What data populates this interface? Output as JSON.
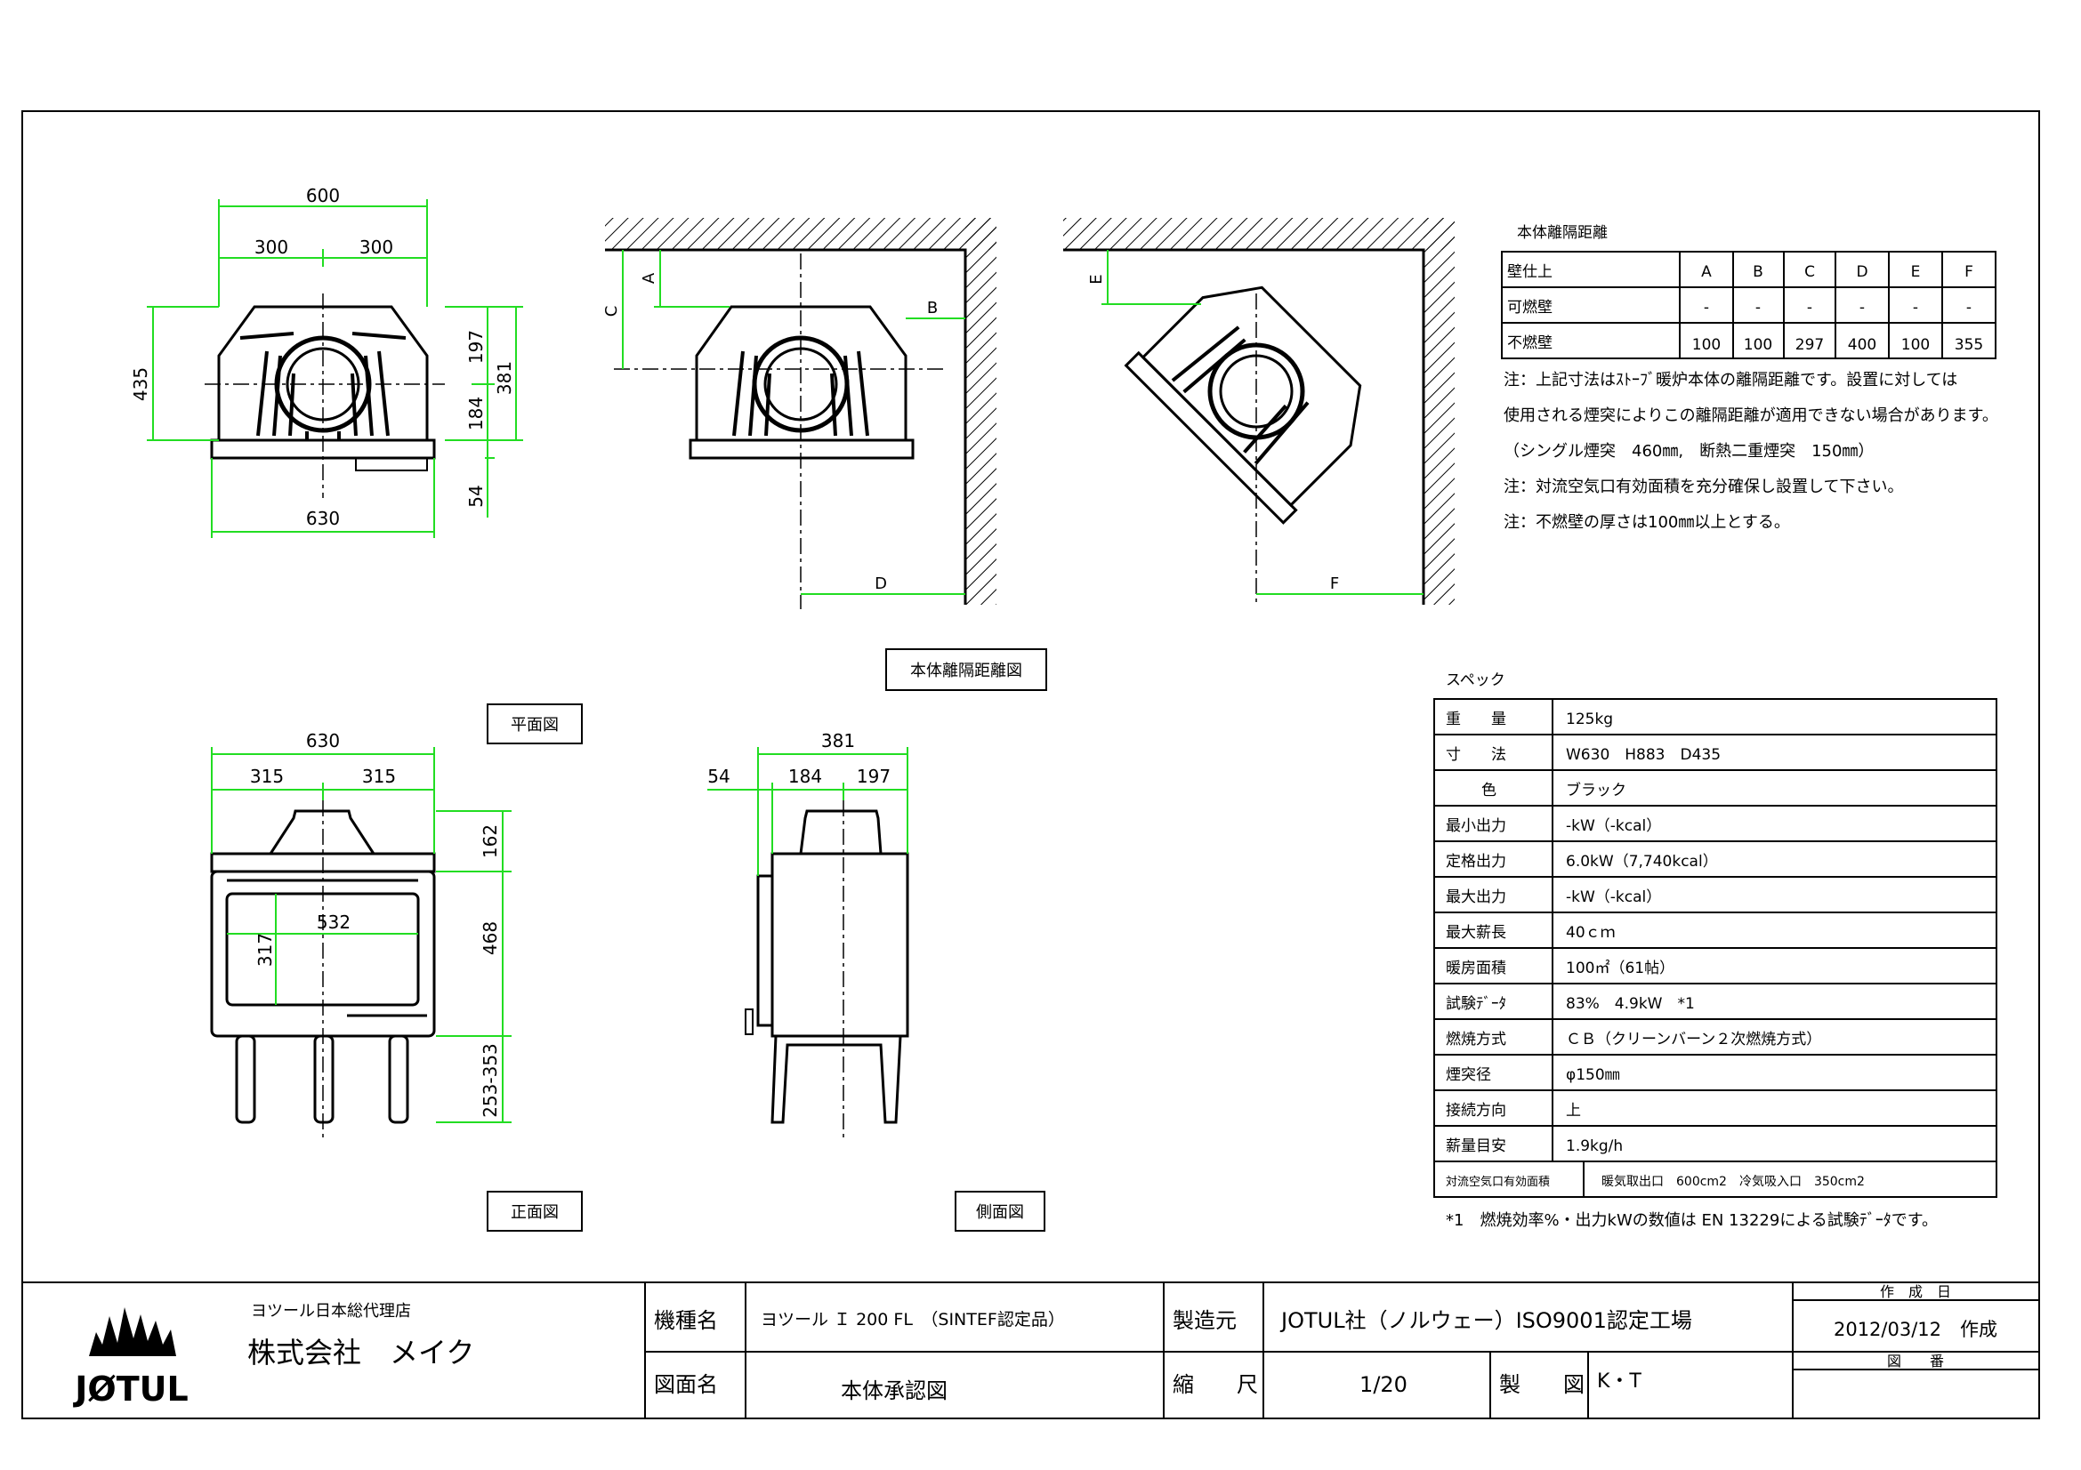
{
  "views": {
    "plan": {
      "title": "平面図",
      "dims": {
        "width_total": "600",
        "half_left": "300",
        "half_right": "300",
        "depth": "435",
        "front_depth": "197",
        "rear_depth": "184",
        "body_depth": "381",
        "foot_offset": "54",
        "base_width": "630"
      }
    },
    "front": {
      "title": "正面図",
      "dims": {
        "width": "630",
        "half_left": "315",
        "half_right": "315",
        "flue_h": "162",
        "body_h": "468",
        "leg_h": "253-353",
        "glass_w": "532",
        "glass_h": "317"
      }
    },
    "side": {
      "title": "側面図",
      "dims": {
        "depth": "381",
        "offset": "54",
        "front": "184",
        "rear": "197"
      }
    },
    "clearance": {
      "title": "本体離隔距離図",
      "labels": {
        "a": "A",
        "b": "B",
        "c": "C",
        "d": "D",
        "e": "E",
        "f": "F"
      }
    }
  },
  "clearance_table": {
    "title": "本体離隔距離",
    "header": [
      "壁仕上",
      "A",
      "B",
      "C",
      "D",
      "E",
      "F"
    ],
    "rows": [
      [
        "可燃壁",
        "-",
        "-",
        "-",
        "-",
        "-",
        "-"
      ],
      [
        "不燃壁",
        "100",
        "100",
        "297",
        "400",
        "100",
        "355"
      ]
    ],
    "notes": [
      "注：上記寸法はｽﾄｰﾌﾞ暖炉本体の離隔距離です。設置に対しては",
      "使用される煙突によりこの離隔距離が適用できない場合があります。",
      "（シングル煙突　460㎜,　断熱二重煙突　150㎜）",
      "注：対流空気口有効面積を充分確保し設置して下さい。",
      "注：不燃壁の厚さは100㎜以上とする。"
    ]
  },
  "spec": {
    "title": "スペック",
    "rows": [
      [
        "重　　量",
        "125kg"
      ],
      [
        "寸　　法",
        "W630　H883　D435"
      ],
      [
        "色",
        "ブラック"
      ],
      [
        "最小出力",
        "-kW（-kcal）"
      ],
      [
        "定格出力",
        "6.0kW（7,740kcal）"
      ],
      [
        "最大出力",
        "-kW（-kcal）"
      ],
      [
        "最大薪長",
        "40ｃｍ"
      ],
      [
        "暖房面積",
        "100㎡（61帖）"
      ],
      [
        "試験ﾃﾞｰﾀ",
        "83%　4.9kW　*1"
      ],
      [
        "燃焼方式",
        "ＣＢ（クリーンバーン２次燃焼方式）"
      ],
      [
        "煙突径",
        "φ150㎜"
      ],
      [
        "接続方向",
        "上"
      ],
      [
        "薪量目安",
        "1.9kg/h"
      ],
      [
        "対流空気口有効面積",
        "暖気取出口　600cm2　冷気吸入口　350cm2"
      ]
    ],
    "footnote": "*1　燃焼効率%・出力kWの数値は EN 13229による試験ﾃﾞｰﾀです。"
  },
  "title_block": {
    "logo_text": "JØTUL",
    "agent_caption": "ヨツール日本総代理店",
    "company": "株式会社　メイク",
    "model_label": "機種名",
    "model_value": "ヨツール Ｉ 200 FL　（SINTEF認定品）",
    "maker_label": "製造元",
    "maker_value": "JOTUL社（ノルウェー）ISO9001認定工場",
    "created_label": "作　成　日",
    "created_value": "2012/03/12　作成",
    "drawing_label": "図面名",
    "drawing_value": "本体承認図",
    "scale_label": "縮　　尺",
    "scale_value": "1/20",
    "drafter_label": "製　　図",
    "drafter_value": "K・T",
    "number_label": "図　　番"
  },
  "colors": {
    "dimension": "#22dd22",
    "line": "#000000"
  }
}
